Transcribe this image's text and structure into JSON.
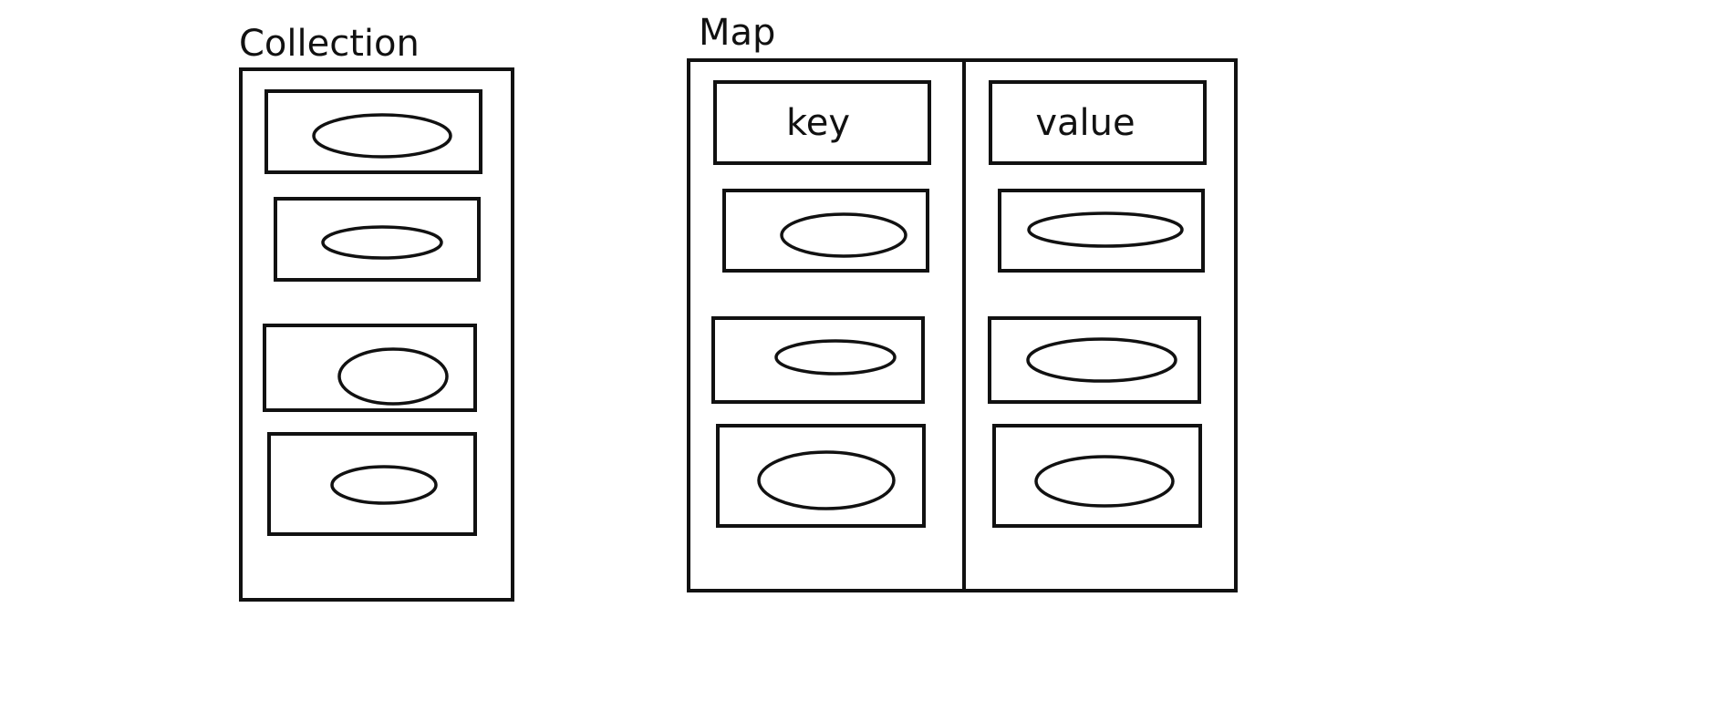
{
  "collection": {
    "title": "Collection",
    "item_count": 4
  },
  "map": {
    "title": "Map",
    "key_header": "key",
    "value_header": "value",
    "entry_count": 3
  },
  "colors": {
    "stroke": "#111111",
    "background": "#ffffff"
  }
}
